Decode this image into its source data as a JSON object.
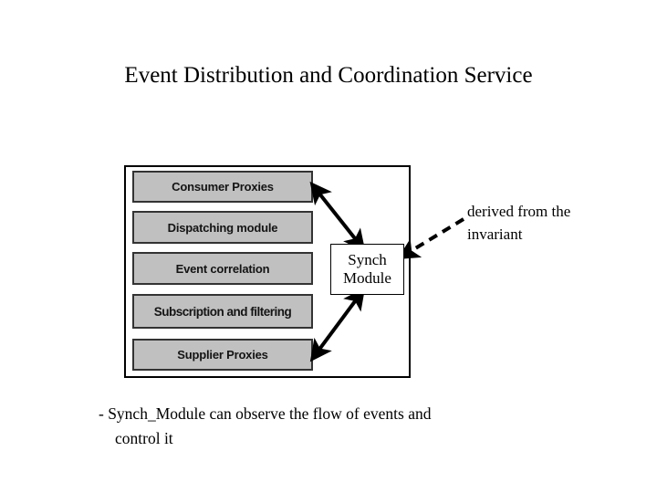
{
  "slide": {
    "title": "Event Distribution and Coordination Service",
    "background_color": "#ffffff",
    "text_color": "#000000"
  },
  "diagram": {
    "container_name": "Event Distribution and Coordination Service container",
    "container_fill": "#ffffff",
    "container_border_color": "#000000",
    "layer_fill": "#c0c0c0",
    "layer_border_color": "#333333",
    "layers": [
      {
        "label": "Consumer Proxies"
      },
      {
        "label": "Dispatching module"
      },
      {
        "label": "Event correlation"
      },
      {
        "label": "Subscription and filtering"
      },
      {
        "label": "Supplier Proxies"
      }
    ],
    "synch_module": {
      "line1": "Synch",
      "line2": "Module",
      "fill": "#ffffff",
      "border_color": "#000000"
    },
    "connectors": [
      {
        "name": "consumer-proxies-to-synch-module",
        "style": "solid",
        "arrowheads": "both",
        "from": "Consumer Proxies",
        "to": "Synch Module"
      },
      {
        "name": "supplier-proxies-to-synch-module",
        "style": "solid",
        "arrowheads": "both",
        "from": "Supplier Proxies",
        "to": "Synch Module"
      },
      {
        "name": "derived-from-invariant-callout",
        "style": "dashed",
        "arrowheads": "start",
        "from": "derived from the invariant",
        "to": "Synch Module"
      }
    ]
  },
  "annotations": {
    "derived": {
      "line1": "derived from the",
      "line2": "invariant"
    }
  },
  "caption": {
    "line1": "- Synch_Module can observe the flow of events and",
    "line2": "control it"
  }
}
